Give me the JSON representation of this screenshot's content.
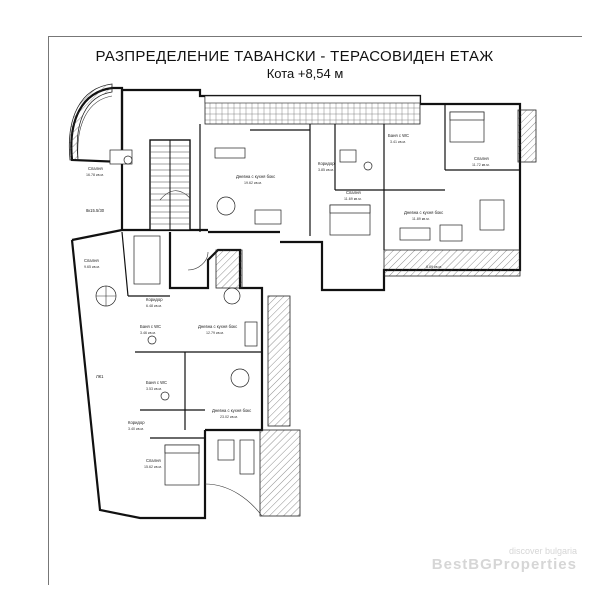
{
  "header": {
    "title": "РАЗПРЕДЕЛЕНИЕ ТАВАНСКИ - ТЕРАСОВИДЕН ЕТАЖ",
    "subtitle": "Кота +8,54 м"
  },
  "rooms": {
    "lobby": "Дневна с кухня бокс",
    "lobby_area": "19.62 кв.м.",
    "korid1": "Коридор",
    "korid1_area": "3.85 кв.м.",
    "bedroom1": "Спалня",
    "bedroom1_area": "11.69 кв.м.",
    "living2": "Дневна с кухня бокс",
    "living2_area": "11.89 кв.м.",
    "bath1": "Баня с WC",
    "bath1_area": "3.41 кв.м.",
    "bedroom2": "Спалня",
    "bedroom2_area": "11.72 кв.м.",
    "bedroom3": "Спалня",
    "bedroom3_area": "16.78 кв.м.",
    "bedroom4": "Спалня",
    "bedroom4_area": "9.65 кв.м.",
    "korid2": "Коридор",
    "korid2_area": "6.48 кв.м.",
    "bath2": "Баня с WC",
    "bath2_area": "3.46 кв.м.",
    "living3": "Дневна с кухня бокс",
    "living3_area": "12.79 кв.м.",
    "bath3": "Баня с WC",
    "bath3_area": "3.53 кв.м.",
    "living4": "Дневна с кухня бокс",
    "living4_area": "23.02 кв.м.",
    "korid3": "Коридор",
    "korid3_area": "3.40 кв.м.",
    "bedroom5": "Спалня",
    "bedroom5_area": "15.62 кв.м.",
    "terrace_area": "8.89 кв.м.",
    "stair_label": "8к15.5/30",
    "lk_label": "ЛК1"
  },
  "watermark": {
    "small": "discover bulgaria",
    "big": "BestBGProperties"
  }
}
